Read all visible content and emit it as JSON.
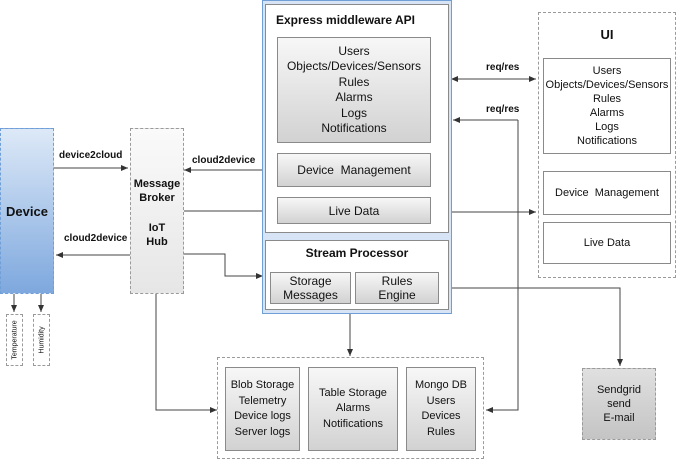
{
  "express": {
    "title": "Express middleware API",
    "resources": [
      "Users",
      "Objects/Devices/Sensors",
      "Rules",
      "Alarms",
      "Logs",
      "Notifications"
    ],
    "device_management": "Device  Management",
    "live_data": "Live Data",
    "stream_processor": {
      "title": "Stream Processor",
      "storage_messages": [
        "Storage",
        "Messages"
      ],
      "rules_engine": [
        "Rules",
        "Engine"
      ]
    }
  },
  "ui": {
    "title": "UI",
    "resources": [
      "Users",
      "Objects/Devices/Sensors",
      "Rules",
      "Alarms",
      "Logs",
      "Notifications"
    ],
    "device_management": "Device  Management",
    "live_data": "Live Data"
  },
  "device": {
    "label": "Device",
    "sensors": [
      "Temperature",
      "Humidity"
    ]
  },
  "broker": {
    "lines": [
      "Message",
      "Broker"
    ],
    "hub_lines": [
      "IoT",
      "Hub"
    ]
  },
  "storage": {
    "blob": [
      "Blob Storage",
      "Telemetry",
      "Device logs",
      "Server logs"
    ],
    "table": [
      "Table Storage",
      "Alarms",
      "Notifications"
    ],
    "mongo": [
      "Mongo DB",
      "Users",
      "Devices",
      "Rules"
    ]
  },
  "sendgrid": [
    "Sendgrid",
    "send",
    "E-mail"
  ],
  "edges": {
    "device2cloud": "device2cloud",
    "cloud2device_top": "cloud2device",
    "cloud2device_bottom": "cloud2device",
    "reqres_top": "req/res",
    "reqres_bottom": "req/res"
  },
  "colors": {
    "accent_blue": "#6f9fd6",
    "device_gradient_top": "#dde9f7",
    "device_gradient_bottom": "#7ea8de"
  }
}
